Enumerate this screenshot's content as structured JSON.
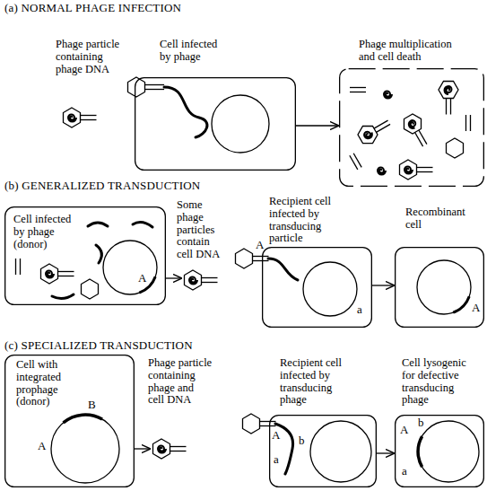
{
  "diagram": {
    "nodes": [
      {
        "text": [
          "Phage particle containing phage DNA"
        ]
      },
      {
        "text": [
          "Cell infected by phage"
        ]
      },
      {
        "text": [
          "Phage multiplication and cell death"
        ]
      },
      {
        "text": [
          "Cell infected by phage (donor)",
          "A"
        ]
      },
      {
        "text": [
          "Some phage particles contain cell DNA"
        ]
      },
      {
        "text": [
          "Recipient cell infected by transducing particle",
          "A",
          "a"
        ]
      },
      {
        "text": [
          "Recombinant cell",
          "A"
        ]
      },
      {
        "text": [
          "Cell with integrated prophage (donor)",
          "B",
          "A"
        ]
      },
      {
        "text": [
          "Phage particle containing phage and cell DNA"
        ]
      },
      {
        "text": [
          "Recipient cell infected by transducing phage",
          "A",
          "b",
          "a"
        ]
      },
      {
        "text": [
          "Cell lysogenic for defective transducing phage",
          "A",
          "b",
          "a"
        ]
      }
    ],
    "edges": [
      {
        "from": 1,
        "to": 2,
        "arrow": "to"
      },
      {
        "from": 3,
        "to": 4,
        "arrow": "to"
      },
      {
        "from": 5,
        "to": 6,
        "arrow": "to"
      },
      {
        "from": 7,
        "to": 8,
        "arrow": "to"
      },
      {
        "from": 9,
        "to": 10,
        "arrow": "to"
      }
    ],
    "labels": [
      "(a) NORMAL PHAGE INFECTION",
      "(b) GENERALIZED TRANSDUCTION",
      "(c) SPECIALIZED TRANSDUCTION"
    ]
  }
}
